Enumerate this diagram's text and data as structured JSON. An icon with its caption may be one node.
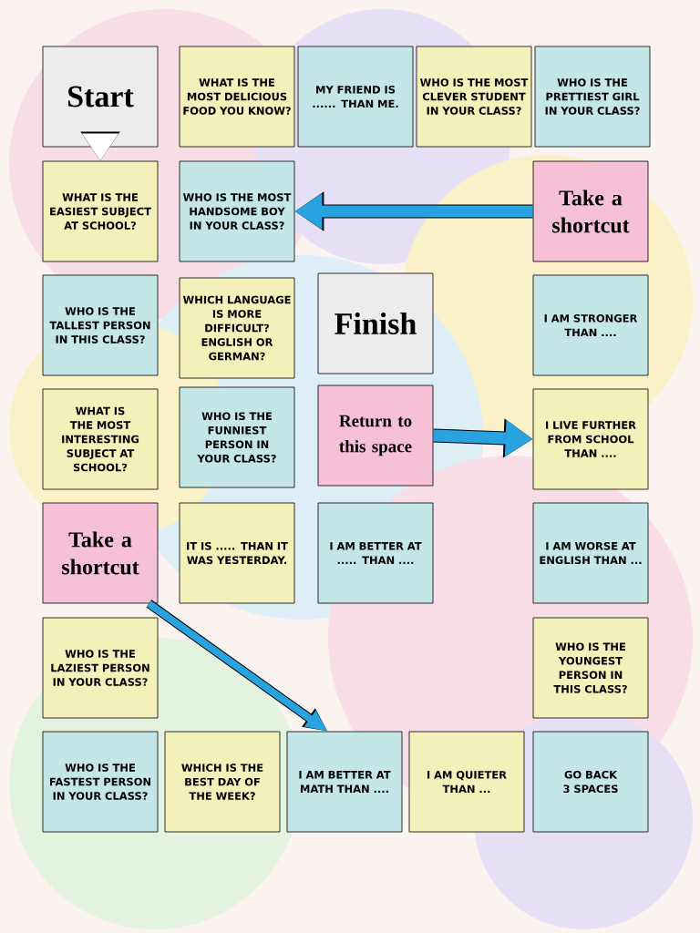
{
  "diagram": {
    "nodes": [
      {
        "text": [
          "Start"
        ]
      },
      {
        "text": [
          "WHAT IS THE MOST DELICIOUS FOOD YOU KNOW?"
        ]
      },
      {
        "text": [
          "MY FRIEND IS ...... THAN ME."
        ]
      },
      {
        "text": [
          "WHO IS THE MOST CLEVER STUDENT IN YOUR CLASS?"
        ]
      },
      {
        "text": [
          "WHO IS THE PRETTIEST GIRL IN YOUR CLASS?"
        ]
      },
      {
        "text": [
          "WHAT IS THE EASIEST SUBJECT AT SCHOOL?"
        ]
      },
      {
        "text": [
          "WHO IS THE MOST HANDSOME BOY IN YOUR CLASS?"
        ]
      },
      {
        "text": [
          "Take a shortcut"
        ]
      },
      {
        "text": [
          "WHO IS THE TALLEST PERSON IN THIS CLASS?"
        ]
      },
      {
        "text": [
          "WHICH LANGUAGE IS MORE DIFFICULT? ENGLISH OR GERMAN?"
        ]
      },
      {
        "text": [
          "Finish"
        ]
      },
      {
        "text": [
          "I AM STRONGER THAN ...."
        ]
      },
      {
        "text": [
          "WHAT IS THE MOST INTERESTING SUBJECT AT SCHOOL?"
        ]
      },
      {
        "text": [
          "WHO IS THE FUNNIEST PERSON IN YOUR CLASS?"
        ]
      },
      {
        "text": [
          "Return to this space"
        ]
      },
      {
        "text": [
          "I LIVE FURTHER FROM SCHOOL THAN ...."
        ]
      },
      {
        "text": [
          "Take a shortcut"
        ]
      },
      {
        "text": [
          "IT IS ..... THAN IT WAS YESTERDAY."
        ]
      },
      {
        "text": [
          "I AM BETTER AT ..... THAN ...."
        ]
      },
      {
        "text": [
          "I AM WORSE AT ENGLISH THAN ..."
        ]
      },
      {
        "text": [
          "WHO IS THE LAZIEST PERSON IN YOUR CLASS?"
        ]
      },
      {
        "text": [
          "WHO IS THE YOUNGEST PERSON IN THIS CLASS?"
        ]
      },
      {
        "text": [
          "WHO IS THE FASTEST PERSON IN YOUR CLASS?"
        ]
      },
      {
        "text": [
          "WHICH IS THE BEST DAY OF THE WEEK?"
        ]
      },
      {
        "text": [
          "I AM BETTER AT MATH THAN ...."
        ]
      },
      {
        "text": [
          "I AM QUIETER THAN ..."
        ]
      },
      {
        "text": [
          "GO BACK 3 SPACES"
        ]
      }
    ],
    "edges": [
      {
        "from": 0,
        "to": 5,
        "arrow": "to",
        "color": "#ffffff"
      },
      {
        "from": 7,
        "to": 6,
        "arrow": "to"
      },
      {
        "from": 14,
        "to": 15,
        "arrow": "to"
      },
      {
        "from": 16,
        "to": 24,
        "arrow": "to"
      }
    ]
  }
}
